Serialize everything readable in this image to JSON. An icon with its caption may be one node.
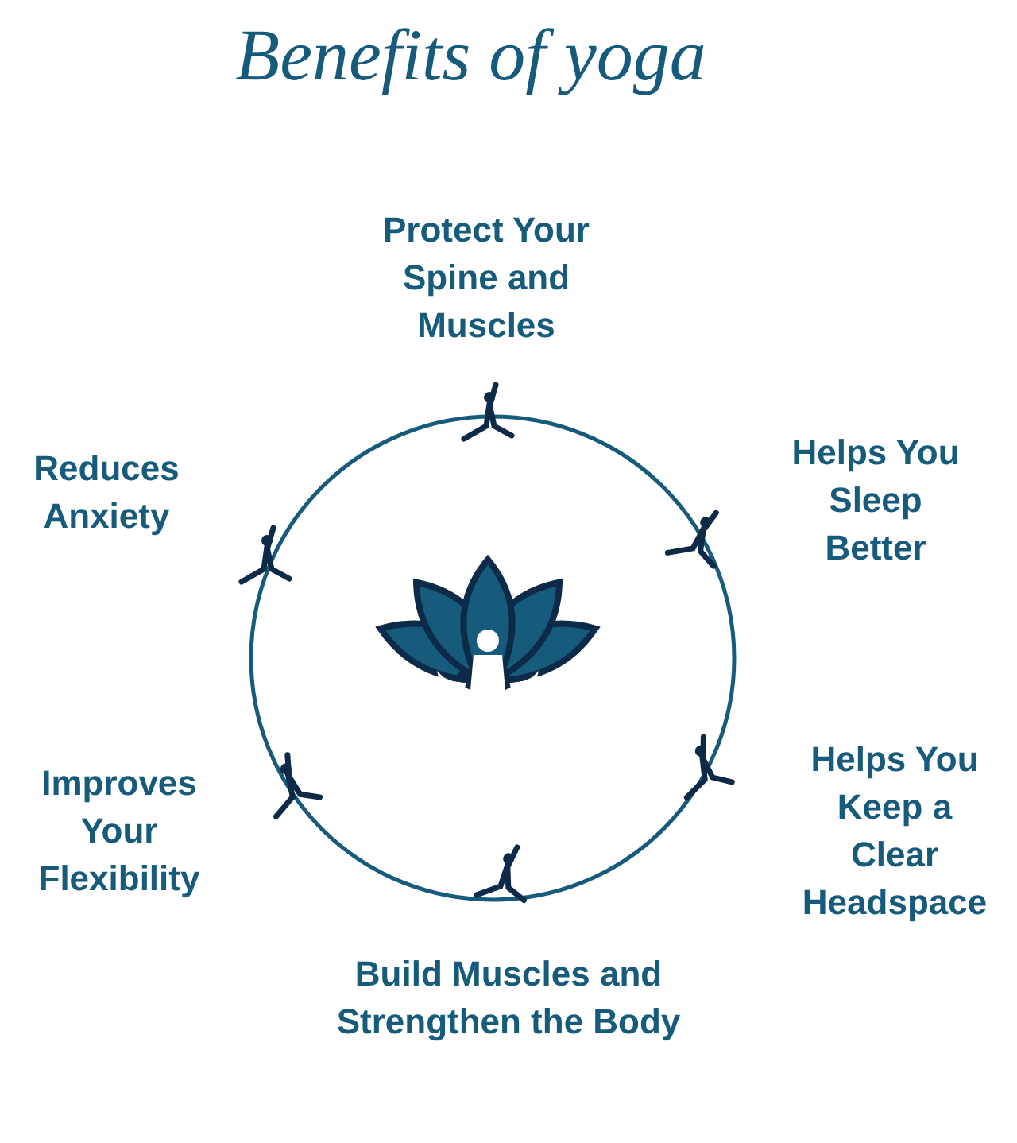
{
  "diagram": {
    "title": "Benefits of yoga",
    "labels": [
      "Protect Your Spine and Muscles",
      "Reduces Anxiety",
      "Helps You Sleep Better",
      "Improves Your Flexibility",
      "Helps You Keep a Clear Headspace",
      "Build Muscles and Strengthen the Body"
    ]
  }
}
